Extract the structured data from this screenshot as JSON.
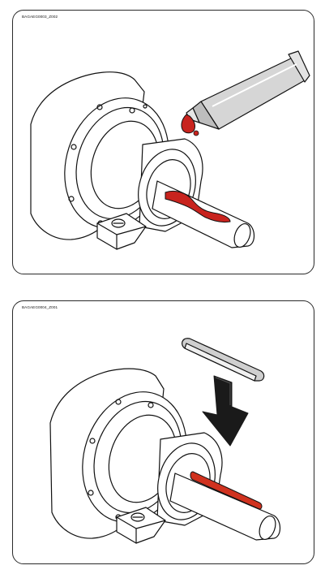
{
  "panels": [
    {
      "code": "BAGAEG0003_Z002",
      "step": "apply-grease",
      "colors": {
        "grease": "#c8231e",
        "tube": "#d6d6d6",
        "outline": "#111111"
      },
      "icons": [
        "grease-tube-icon",
        "grease-drop-icon"
      ]
    },
    {
      "code": "BAGAEG0004_Z001",
      "step": "insert-key",
      "colors": {
        "grease": "#d0321f",
        "key": "#cfcfcf",
        "arrow": "#1a1a1a",
        "outline": "#111111"
      },
      "icons": [
        "feather-key-icon",
        "down-arrow-icon"
      ]
    }
  ]
}
